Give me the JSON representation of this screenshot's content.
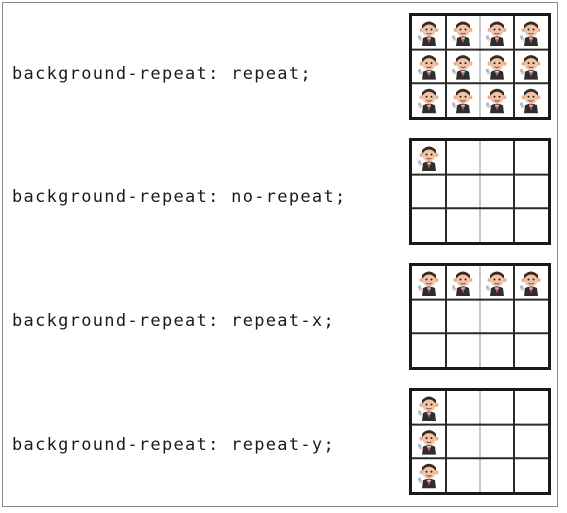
{
  "rows": [
    {
      "label": "background-repeat: repeat;",
      "mode": "repeat"
    },
    {
      "label": "background-repeat: no-repeat;",
      "mode": "no-repeat"
    },
    {
      "label": "background-repeat: repeat-x;",
      "mode": "repeat-x"
    },
    {
      "label": "background-repeat: repeat-y;",
      "mode": "repeat-y"
    }
  ],
  "icon": "cartoon-person-icon",
  "colors": {
    "frame_border": "#8a8a8a",
    "demo_border": "#1a1a1a",
    "grid_line_dark": "#2a2a2a",
    "grid_line_light": "#c8c8c8",
    "text": "#1a1a1a"
  }
}
